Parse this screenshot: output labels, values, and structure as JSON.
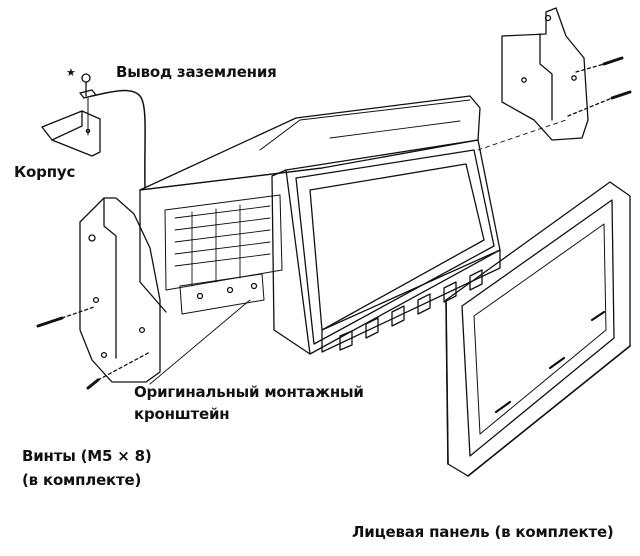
{
  "labels": {
    "ground_lead": "Вывод заземления",
    "body": "Корпус",
    "original_bracket_line1": "Оригинальный монтажный",
    "original_bracket_line2": "кронштейн",
    "screws_line1": "Винты (M5 × 8)",
    "screws_line2": "(в комплекте)",
    "front_panel": "Лицевая панель (в комплекте)",
    "star": "★"
  },
  "colors": {
    "line": "#111111",
    "background": "#ffffff"
  }
}
